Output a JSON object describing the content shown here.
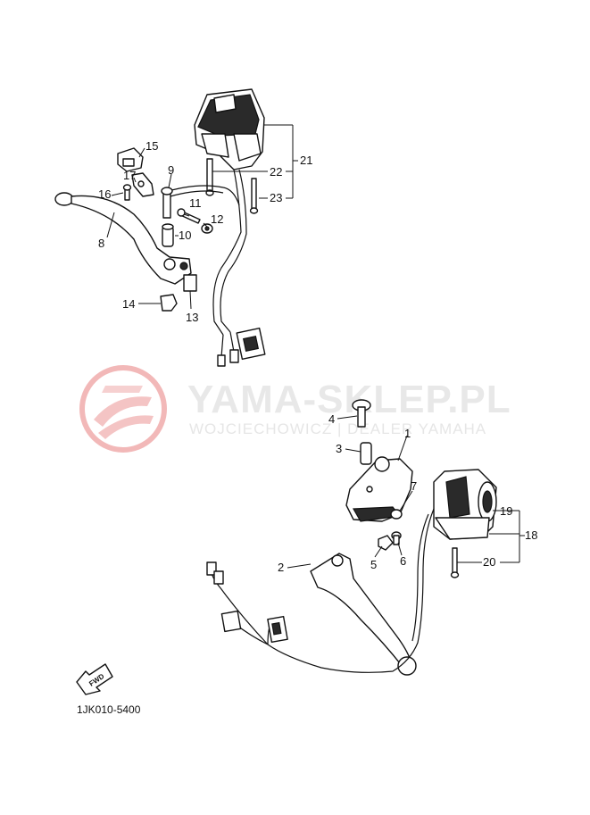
{
  "watermark": {
    "title": "YAMA-SKLEP.PL",
    "subtitle": "WOJCIECHOWICZ | DEALER YAMAHA"
  },
  "diagram_code": "1JK010-5400",
  "fwd_label": "FWD",
  "callouts": {
    "p1": "1",
    "p2": "2",
    "p3": "3",
    "p4": "4",
    "p5": "5",
    "p6": "6",
    "p7": "7",
    "p8": "8",
    "p9": "9",
    "p10": "10",
    "p11": "11",
    "p12": "12",
    "p13": "13",
    "p14": "14",
    "p15": "15",
    "p16": "16",
    "p17": "17",
    "p18": "18",
    "p19": "19",
    "p20": "20",
    "p21": "21",
    "p22": "22",
    "p23": "23"
  },
  "colors": {
    "ink": "#111111",
    "watermark_red": "#f2b8b8",
    "watermark_gray": "#e6e6e6"
  }
}
